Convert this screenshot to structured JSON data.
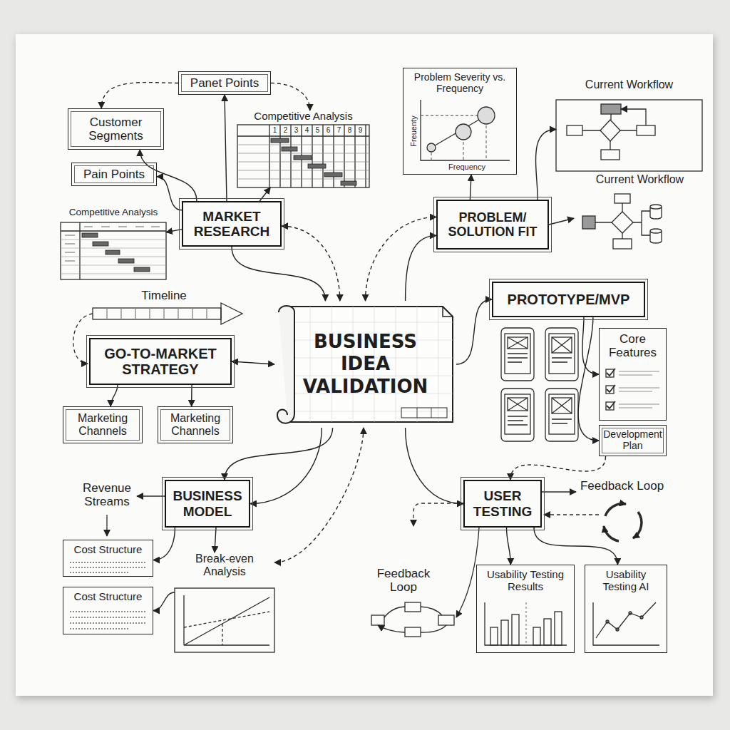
{
  "diagram": {
    "nodes": [
      {
        "text": [
          "Panet Points"
        ]
      },
      {
        "text": [
          "Customer Segments"
        ]
      },
      {
        "text": [
          "Competitive Analysis"
        ]
      },
      {
        "text": [
          "Problem Severity vs. Frequency"
        ]
      },
      {
        "text": [
          "Current Workflow"
        ]
      },
      {
        "text": [
          "Pain Points"
        ]
      },
      {
        "text": [
          "Competitive Analysis"
        ]
      },
      {
        "text": [
          "MARKET RESEARCH"
        ]
      },
      {
        "text": [
          "Current Workflow"
        ]
      },
      {
        "text": [
          "PROBLEM/ SOLUTION FIT"
        ]
      },
      {
        "text": [
          "PROTOTYPE/MVP"
        ]
      },
      {
        "text": [
          "BUSINESS IDEA VALIDATION"
        ]
      },
      {
        "text": [
          "GO-TO-MARKET STRATEGY"
        ]
      },
      {
        "text": [
          "Core Features"
        ]
      },
      {
        "text": [
          "Marketing Channels"
        ]
      },
      {
        "text": [
          "Marketing Channels"
        ]
      },
      {
        "text": [
          "Development Plan"
        ]
      },
      {
        "text": [
          "BUSINESS MODEL"
        ]
      },
      {
        "text": [
          "USER TESTING"
        ]
      },
      {
        "text": [
          "Cost Structure"
        ]
      },
      {
        "text": [
          "Break-even Analysis"
        ]
      },
      {
        "text": [
          "Usability Testing Results"
        ]
      },
      {
        "text": [
          "Usability Testing AI"
        ]
      },
      {
        "text": [
          "Cost Structure"
        ]
      }
    ],
    "edges": [
      {
        "from": 7,
        "to": 0,
        "arrow": "to"
      },
      {
        "from": 7,
        "to": 1,
        "arrow": "to"
      },
      {
        "from": 7,
        "to": 5,
        "arrow": "to"
      },
      {
        "from": 7,
        "to": 2,
        "arrow": "to"
      },
      {
        "from": 7,
        "to": 6,
        "arrow": "to"
      },
      {
        "from": 0,
        "to": 1,
        "arrow": "to"
      },
      {
        "from": 0,
        "to": 2,
        "arrow": "to"
      },
      {
        "from": 7,
        "to": 11,
        "arrow": "to"
      },
      {
        "from": 7,
        "to": 11,
        "arrow": "both"
      },
      {
        "from": 9,
        "to": 3,
        "arrow": "to"
      },
      {
        "from": 9,
        "to": 4,
        "arrow": "to"
      },
      {
        "from": 9,
        "to": 8,
        "arrow": "to"
      },
      {
        "from": 11,
        "to": 9,
        "arrow": "to"
      },
      {
        "from": 11,
        "to": 9,
        "arrow": "both"
      },
      {
        "from": 11,
        "to": 10,
        "arrow": "to"
      },
      {
        "from": 10,
        "to": 13,
        "arrow": "to"
      },
      {
        "from": 10,
        "to": 16,
        "arrow": "to"
      },
      {
        "from": 16,
        "to": 18,
        "arrow": "to"
      },
      {
        "from": 12,
        "to": 11,
        "arrow": "both"
      },
      {
        "from": 12,
        "to": 14,
        "arrow": "to"
      },
      {
        "from": 12,
        "to": 15,
        "arrow": "to"
      },
      {
        "from": 11,
        "to": 17,
        "arrow": "to"
      },
      {
        "from": 11,
        "to": 17,
        "arrow": "to"
      },
      {
        "from": 17,
        "to": 19,
        "arrow": "to"
      },
      {
        "from": 17,
        "to": 20,
        "arrow": "to"
      },
      {
        "from": 20,
        "to": 23,
        "arrow": "to"
      },
      {
        "from": 11,
        "to": 20,
        "arrow": "both"
      },
      {
        "from": 11,
        "to": 18,
        "arrow": "to"
      },
      {
        "from": 18,
        "to": 21,
        "arrow": "to"
      },
      {
        "from": 18,
        "to": 22,
        "arrow": "to"
      }
    ],
    "labels": [
      "1",
      "2",
      "3",
      "4",
      "5",
      "6",
      "7",
      "8",
      "9",
      "Freuenty",
      "Frequency",
      "Timeline",
      "Feedback Loop",
      "Revenue Streams",
      "Feedback Loop"
    ]
  }
}
